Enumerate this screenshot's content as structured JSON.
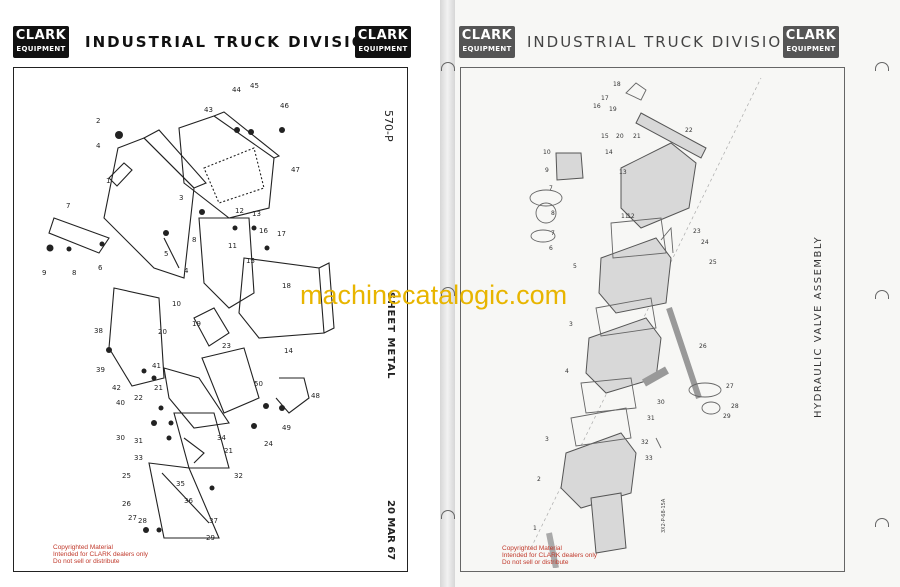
{
  "left_page": {
    "logo": {
      "brand": "CLARK",
      "sub": "EQUIPMENT"
    },
    "header_title": "INDUSTRIAL TRUCK DIVISION",
    "drawing_code": "570-P",
    "section_label": "SHEET METAL",
    "date": "20 MAR 67",
    "part_numbers": [
      "1",
      "2",
      "3",
      "4",
      "5",
      "6",
      "7",
      "8",
      "9",
      "10",
      "11",
      "12",
      "13",
      "14",
      "15",
      "16",
      "17",
      "18",
      "19",
      "20",
      "21",
      "22",
      "23",
      "24",
      "25",
      "26",
      "27",
      "28",
      "29",
      "30",
      "31",
      "32",
      "33",
      "34",
      "35",
      "36",
      "37",
      "38",
      "39",
      "40",
      "41",
      "42",
      "43",
      "44",
      "45",
      "46",
      "47",
      "48",
      "49",
      "50"
    ],
    "copyright": [
      "Copyrighted Material",
      "Intended for CLARK dealers only",
      "Do not sell or distribute"
    ]
  },
  "right_page": {
    "logo": {
      "brand": "CLARK",
      "sub": "EQUIPMENT"
    },
    "header_title": "INDUSTRIAL TRUCK DIVISION",
    "section_label": "HYDRAULIC VALVE ASSEMBLY",
    "drawing_code": "3X2-P-68-15A",
    "part_numbers": [
      "1",
      "2",
      "3",
      "4",
      "5",
      "6",
      "7",
      "8",
      "9",
      "10",
      "11",
      "12",
      "13",
      "14",
      "15",
      "16",
      "17",
      "18",
      "19",
      "20",
      "21",
      "22",
      "23",
      "24",
      "25",
      "26",
      "27",
      "28",
      "29",
      "30",
      "31",
      "32",
      "33"
    ],
    "copyright": [
      "Copyrighted Material",
      "Intended for CLARK dealers only",
      "Do not sell or distribute"
    ]
  },
  "watermark": "machinecatalogic.com"
}
